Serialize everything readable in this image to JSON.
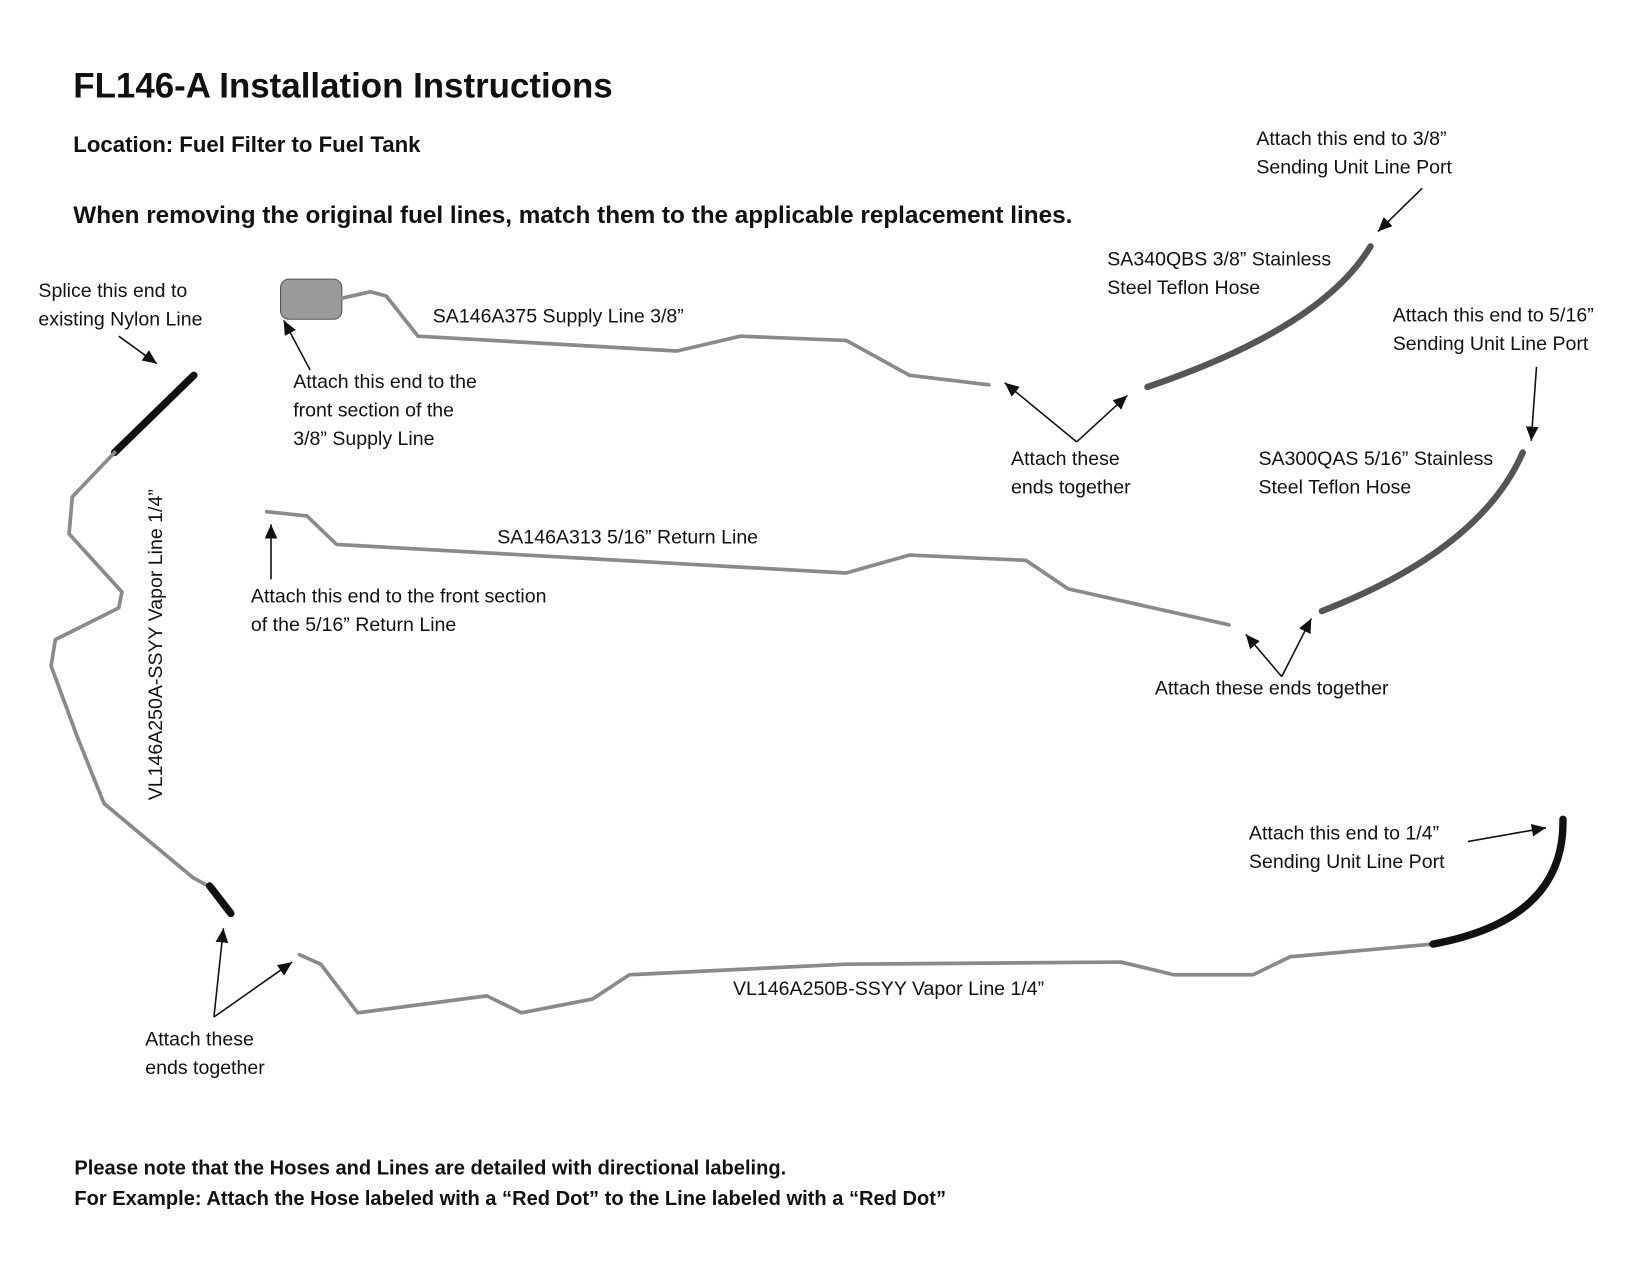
{
  "title": "FL146-A Installation Instructions",
  "location": "Location: Fuel Filter to Fuel Tank",
  "instruction": "When removing the original fuel lines, match them to the applicable replacement lines.",
  "labels": {
    "splice": [
      "Splice this end to",
      "existing Nylon Line"
    ],
    "supply_line": "SA146A375 Supply Line 3/8”",
    "supply_front": [
      "Attach this end to the",
      "front section of the",
      "3/8” Supply Line"
    ],
    "hose_38_port": [
      "Attach this end to 3/8”",
      "Sending Unit Line Port"
    ],
    "hose_38": [
      "SA340QBS 3/8” Stainless",
      "Steel Teflon Hose"
    ],
    "attach_together_1": [
      "Attach  these",
      "ends together"
    ],
    "hose_516_port": [
      "Attach this end to 5/16”",
      "Sending Unit Line Port"
    ],
    "hose_516": [
      "SA300QAS 5/16” Stainless",
      "Steel Teflon Hose"
    ],
    "return_line": "SA146A313 5/16” Return Line",
    "return_front": [
      "Attach this end to the front section",
      "of the 5/16” Return Line"
    ],
    "attach_together_2": "Attach  these ends together",
    "vapor_a": "VL146A250A-SSYY Vapor Line 1/4”",
    "vapor_port": [
      "Attach this end to 1/4”",
      "Sending Unit Line Port"
    ],
    "vapor_b": "VL146A250B-SSYY Vapor Line 1/4”",
    "attach_together_3": [
      "Attach  these",
      "ends together"
    ]
  },
  "notes": [
    "Please note that the Hoses and Lines are detailed with directional labeling.",
    "For Example: Attach the Hose labeled with a “Red Dot” to the Line labeled with a “Red Dot”"
  ]
}
